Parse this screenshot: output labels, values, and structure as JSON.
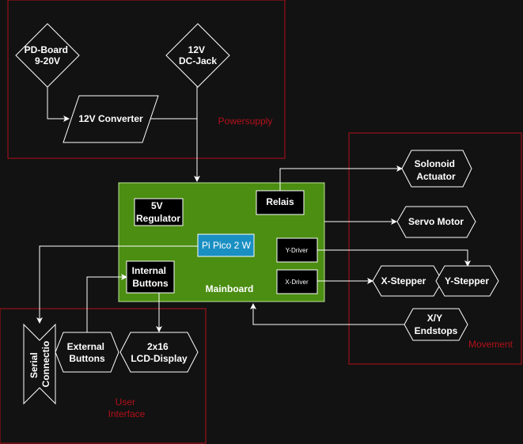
{
  "colors": {
    "background": "#121212",
    "group_border": "#b3101a",
    "group_label": "#b3101a",
    "mainboard_fill": "#4b8e12",
    "mainboard_border": "#bde09b",
    "chip_fill": "#1a8fc2",
    "line": "#ffffff"
  },
  "groups": {
    "powersupply": "Powersupply",
    "movement": "Movement",
    "user_interface": [
      "User",
      "Interface"
    ]
  },
  "nodes": {
    "pd_board": [
      "PD-Board",
      "9-20V"
    ],
    "dc_jack": [
      "12V",
      "DC-Jack"
    ],
    "converter": [
      "12V Converter"
    ],
    "mainboard": [
      "Mainboard"
    ],
    "regulator": [
      "5V",
      "Regulator"
    ],
    "relais": [
      "Relais"
    ],
    "pi_pico": [
      "Pi Pico 2 W"
    ],
    "y_driver": [
      "Y-Driver"
    ],
    "x_driver": [
      "X-Driver"
    ],
    "internal_buttons": [
      "Internal",
      "Buttons"
    ],
    "solonoid": [
      "Solonoid",
      "Actuator"
    ],
    "servo": [
      "Servo Motor"
    ],
    "x_stepper": [
      "X-Stepper"
    ],
    "y_stepper": [
      "Y-Stepper"
    ],
    "endstops": [
      "X/Y",
      "Endstops"
    ],
    "serial": [
      "Serial",
      "Connectio"
    ],
    "external_buttons": [
      "External",
      "Buttons"
    ],
    "lcd": [
      "2x16",
      "LCD-Display"
    ]
  }
}
